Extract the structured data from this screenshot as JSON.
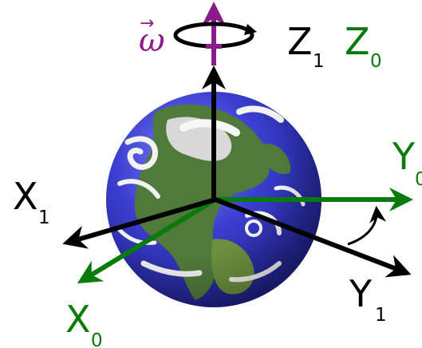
{
  "labels": {
    "omega": "ω",
    "omega_arrow": "→",
    "z1_main": "Z",
    "z1_sub": "1",
    "z0_main": "Z",
    "z0_sub": "0",
    "y0_main": "Y",
    "y0_sub": "0",
    "x1_main": "X",
    "x1_sub": "1",
    "y1_main": "Y",
    "y1_sub": "1",
    "x0_main": "X",
    "x0_sub": "0"
  },
  "colors": {
    "rotating_frame": "#000000",
    "inertial_frame": "#0a7a0a",
    "angular_velocity": "#8b1a8b",
    "ocean": "#3a3fd0",
    "land": "#4f7a3a",
    "cloud": "#f2f2f2"
  },
  "icons": {
    "globe": "earth-globe-icon",
    "rotation": "curved-rotation-arrow-icon"
  }
}
